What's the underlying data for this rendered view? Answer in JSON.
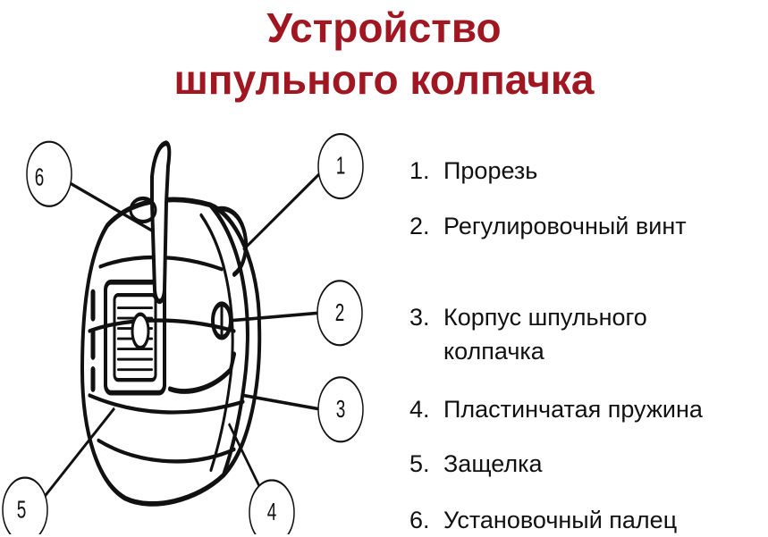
{
  "title": {
    "line1": "Устройство",
    "line2": "шпульного колпачка"
  },
  "callouts": [
    "1",
    "2",
    "3",
    "4",
    "5",
    "6"
  ],
  "legend": [
    {
      "num": "1.",
      "text": "Прорезь"
    },
    {
      "num": "2.",
      "text": "Регулировочный винт"
    },
    {
      "num": "3.",
      "text": "Корпус шпульного\nколпачка"
    },
    {
      "num": "4.",
      "text": "Пластинчатая пружина"
    },
    {
      "num": "5.",
      "text": "Защелка"
    },
    {
      "num": "6.",
      "text": "Установочный палец"
    }
  ],
  "colors": {
    "title": "#a01722",
    "ink": "#111111"
  }
}
